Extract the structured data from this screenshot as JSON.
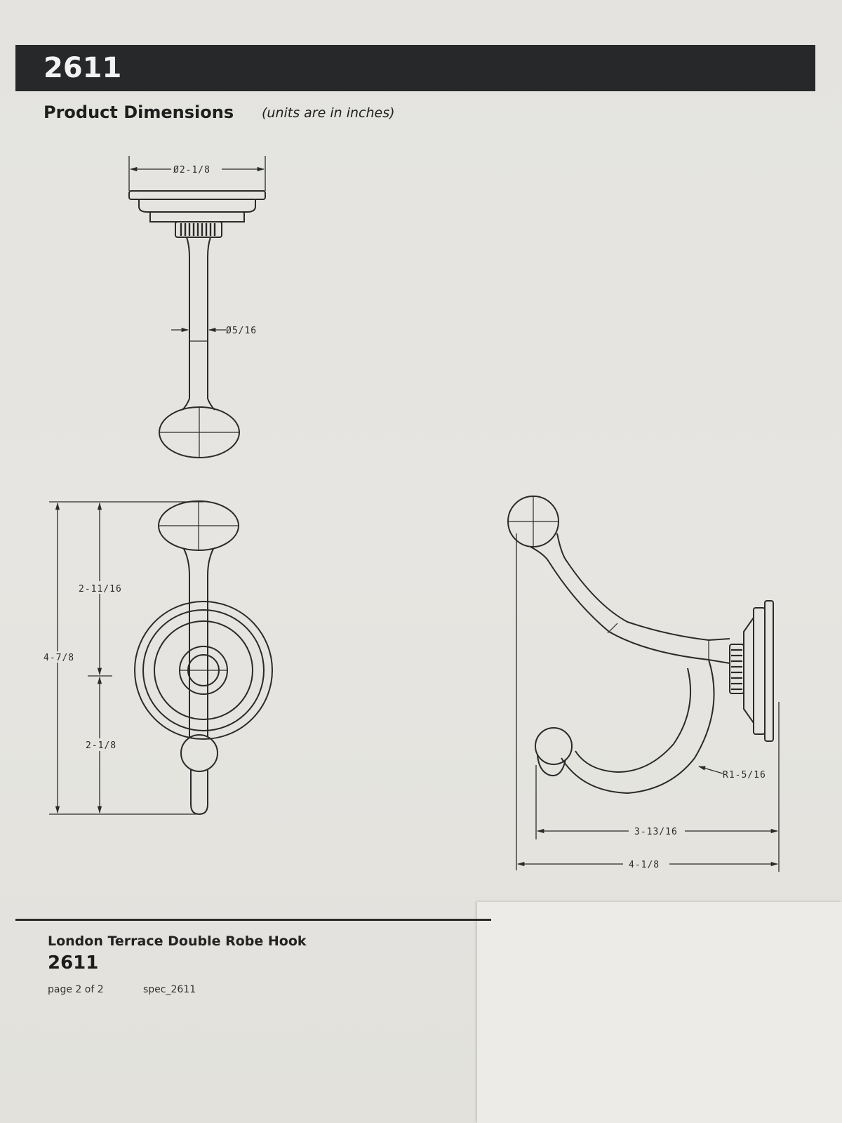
{
  "header": {
    "model_number": "2611"
  },
  "section": {
    "title": "Product Dimensions",
    "note": "(units are in inches)"
  },
  "dimensions": {
    "top_view": {
      "escutcheon_diameter": "Ø2-1/8",
      "post_diameter": "Ø5/16"
    },
    "front_view": {
      "total_height": "4-7/8",
      "upper_height": "2-11/16",
      "lower_height": "2-1/8"
    },
    "side_view": {
      "hook_radius": "R1-5/16",
      "inner_projection": "3-13/16",
      "total_projection": "4-1/8"
    }
  },
  "footer": {
    "product_name": "London Terrace Double Robe Hook",
    "model_number": "2611",
    "page": "page 2 of 2",
    "spec": "spec_2611"
  },
  "colors": {
    "header_bar": "#26282a",
    "paper": "#e4e3df",
    "line": "#2a2a2a"
  }
}
